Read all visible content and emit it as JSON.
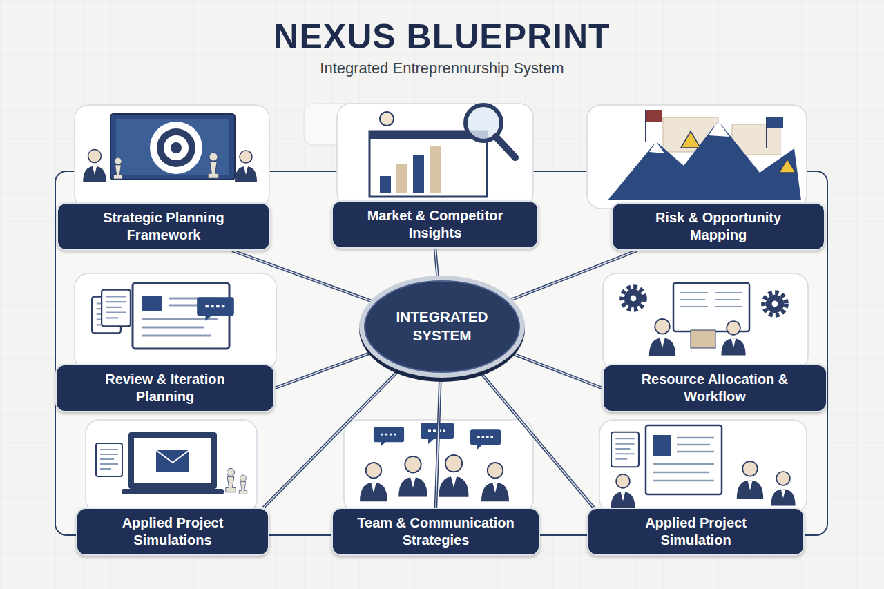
{
  "diagram": {
    "title": "NEXUS BLUEPRINT",
    "nodes": [
      {
        "text": [
          "Strategic Planning Framework"
        ]
      },
      {
        "text": [
          "Market & Competitor Insights"
        ]
      },
      {
        "text": [
          "Risk & Opportunity Mapping"
        ]
      },
      {
        "text": [
          "Review & Iteration Planning"
        ]
      },
      {
        "text": [
          "INTEGRATED SYSTEM"
        ]
      },
      {
        "text": [
          "Resource Allocation & Workflow"
        ]
      },
      {
        "text": [
          "Applied Project Simulations"
        ]
      },
      {
        "text": [
          "Team & Communication Strategies"
        ]
      },
      {
        "text": [
          "Applied Project Simulation"
        ]
      }
    ],
    "edges": [
      {
        "from": 4,
        "to": 0,
        "arrow": "none"
      },
      {
        "from": 4,
        "to": 1,
        "arrow": "none"
      },
      {
        "from": 4,
        "to": 2,
        "arrow": "none"
      },
      {
        "from": 4,
        "to": 3,
        "arrow": "none"
      },
      {
        "from": 4,
        "to": 5,
        "arrow": "none"
      },
      {
        "from": 4,
        "to": 6,
        "arrow": "none"
      },
      {
        "from": 4,
        "to": 7,
        "arrow": "none"
      },
      {
        "from": 4,
        "to": 8,
        "arrow": "none"
      }
    ],
    "labels": [
      "Integrated Entreprennurship System"
    ]
  }
}
